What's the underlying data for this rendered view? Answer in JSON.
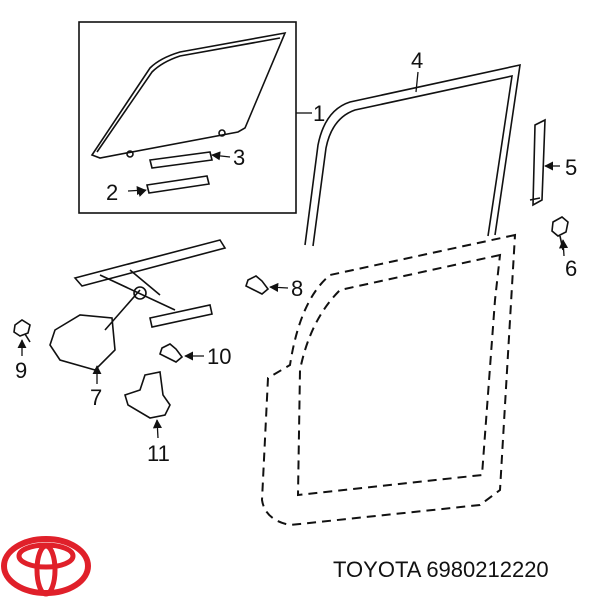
{
  "diagram": {
    "callouts": [
      "1",
      "2",
      "3",
      "4",
      "5",
      "6",
      "7",
      "8",
      "9",
      "10",
      "11"
    ]
  },
  "brand": {
    "name": "TOYOTA",
    "logo_color": "#e0202a"
  },
  "caption": "TOYOTA 6980212220"
}
